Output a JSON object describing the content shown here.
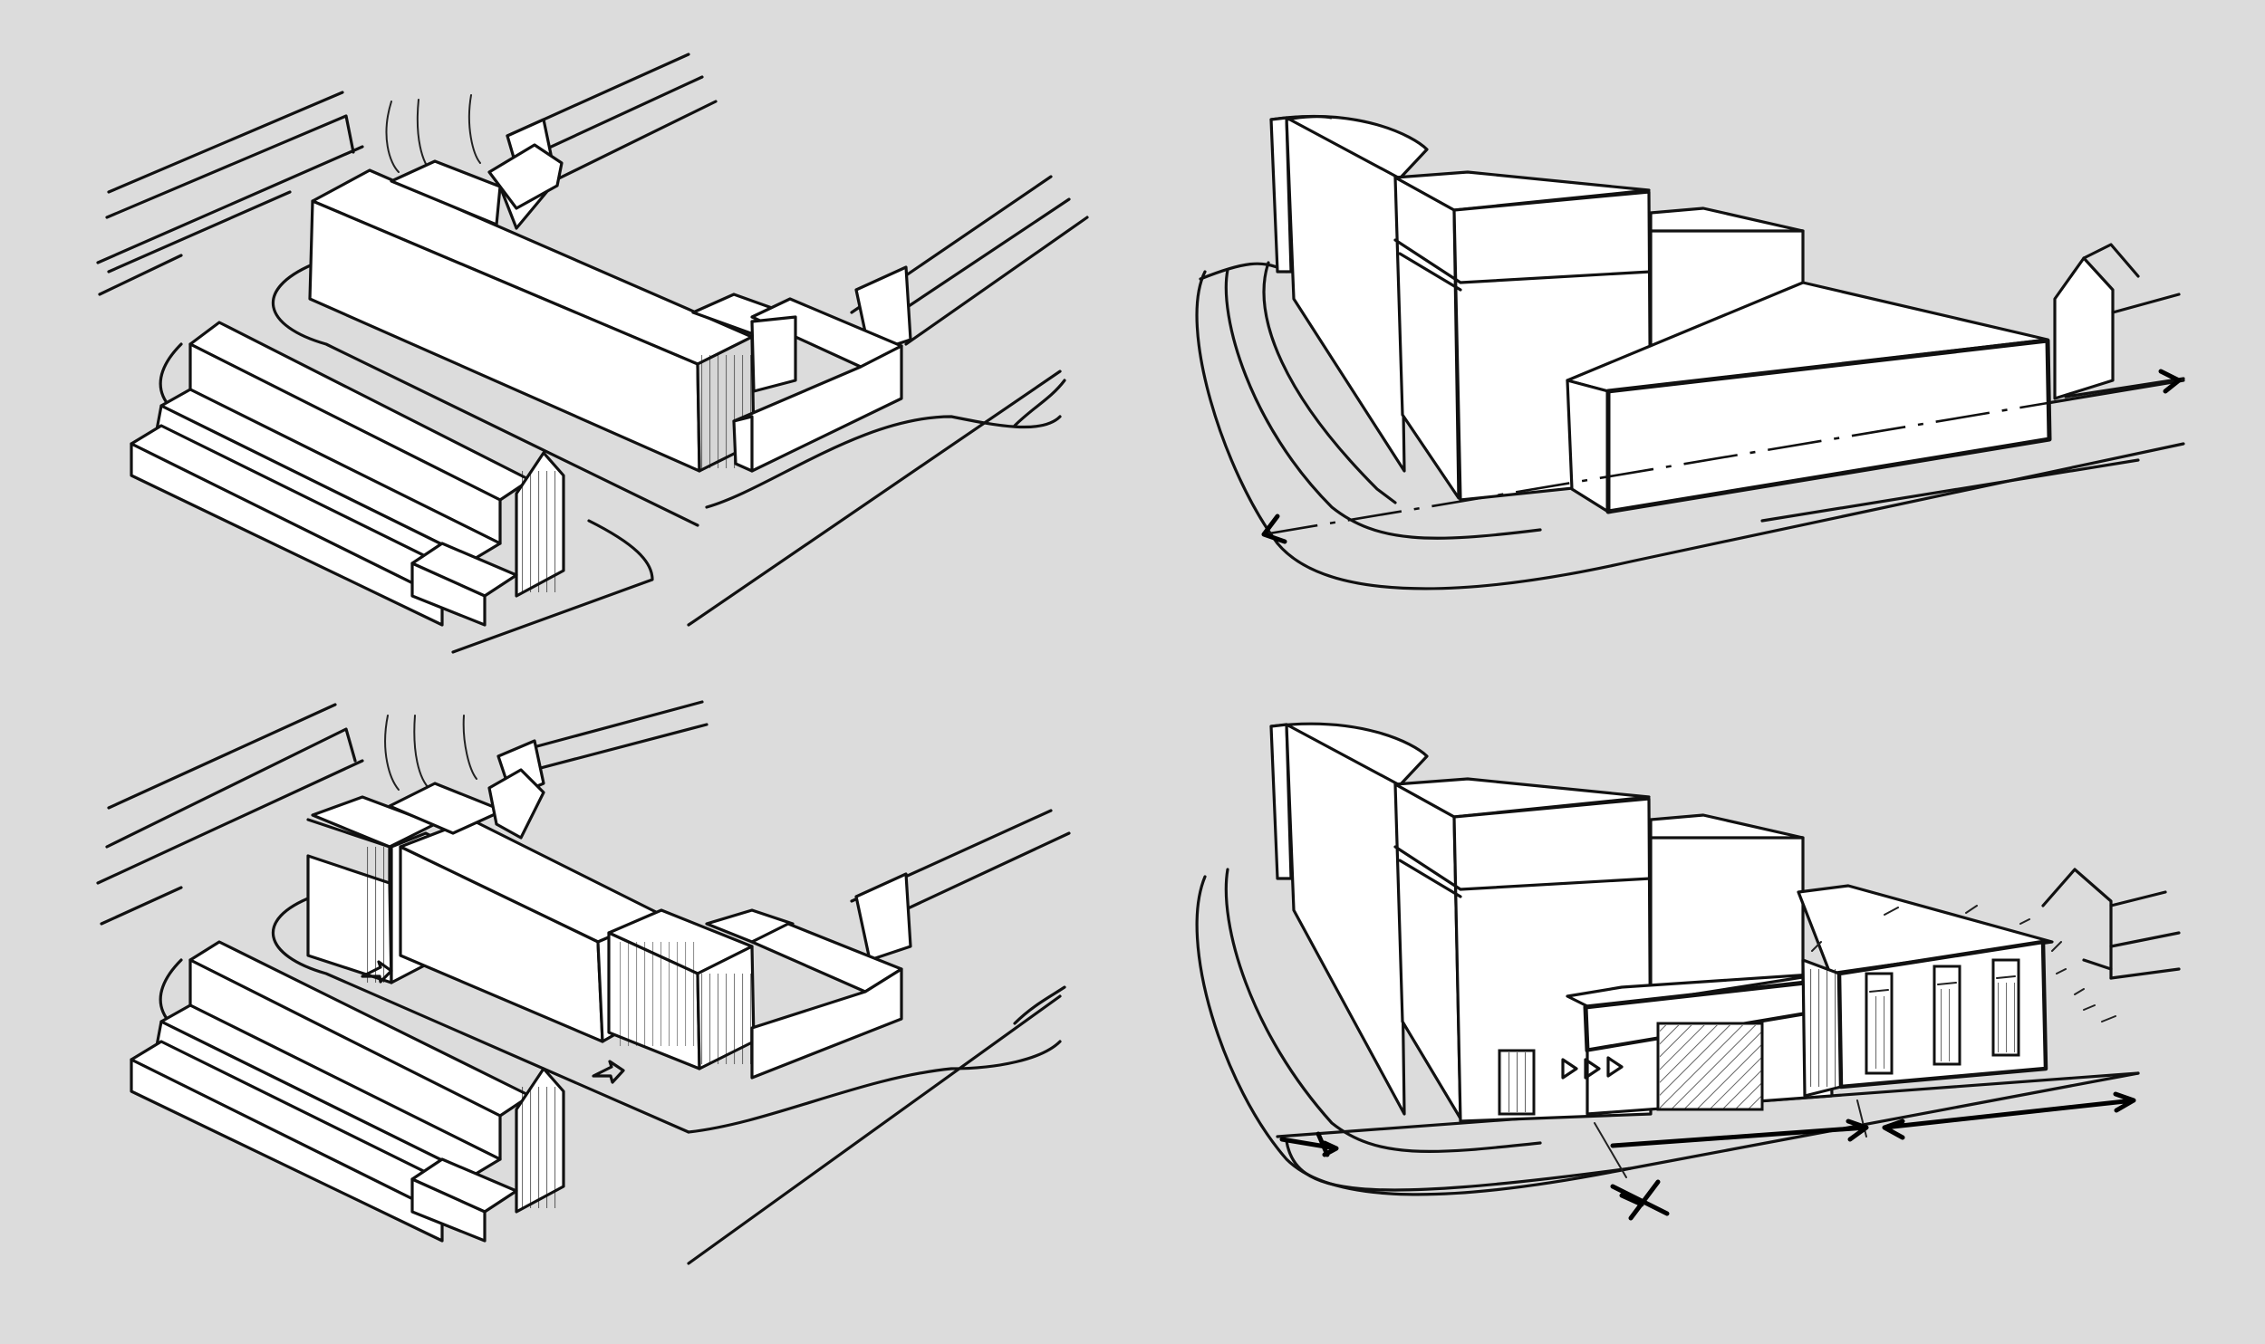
{
  "palette": {
    "background": "#dcdcdc",
    "ink": "#111111",
    "paper": "#ffffff",
    "shade": "#d6d6d6"
  },
  "panels": [
    {
      "id": "massing-existing",
      "kind": "site-axonometric"
    },
    {
      "id": "massing-view-existing",
      "kind": "street-perspective"
    },
    {
      "id": "massing-proposed",
      "kind": "site-axonometric"
    },
    {
      "id": "massing-view-proposed",
      "kind": "street-perspective"
    }
  ]
}
